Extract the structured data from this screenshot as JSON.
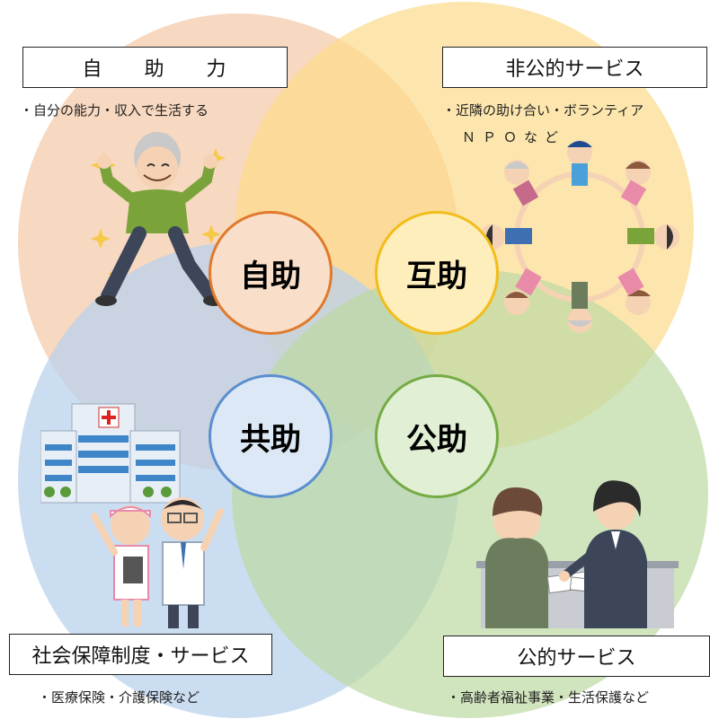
{
  "labels": {
    "self_help": "自 助 力",
    "informal_services": "非公的サービス",
    "social_security": "社会保障制度・サービス",
    "public_services": "公的サービス"
  },
  "descriptions": {
    "self_help": "・自分の能力・収入で生活する",
    "informal_line1": "・近隣の助け合い・ボランティア",
    "informal_line2": "ＮＰＯなど",
    "social_security": "・医療保険・介護保険など",
    "public_services": "・高齢者福祉事業・生活保護など"
  },
  "circles": {
    "jijo": "自助",
    "gojo": "互助",
    "kyojo": "共助",
    "kojo": "公助"
  },
  "colors": {
    "orange": "#e07a2c",
    "yellow": "#f2bd1a",
    "blue": "#5b8fcf",
    "green": "#74ab44"
  },
  "illustrations": [
    "elderly-man-jumping",
    "people-holding-hands-circle",
    "hospital-with-nurse-and-doctor",
    "consultation-at-desk"
  ]
}
